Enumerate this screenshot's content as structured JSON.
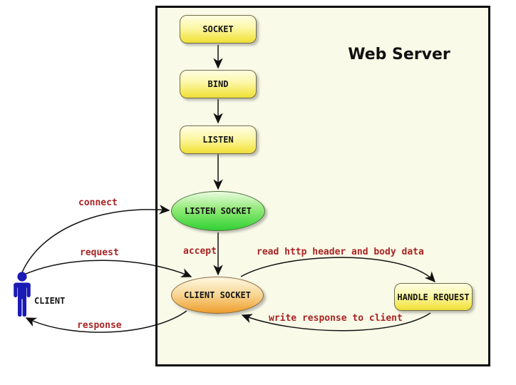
{
  "diagram": {
    "title": "Web Server",
    "nodes": {
      "socket": {
        "label": "SOCKET"
      },
      "bind": {
        "label": "BIND"
      },
      "listen": {
        "label": "LISTEN"
      },
      "listen_socket": {
        "label": "LISTEN SOCKET"
      },
      "client_socket": {
        "label": "CLIENT SOCKET"
      },
      "handle_request": {
        "label": "HANDLE REQUEST"
      },
      "client": {
        "label": "CLIENT"
      }
    },
    "edges": {
      "connect": {
        "label": "connect",
        "from": "client",
        "to": "listen_socket"
      },
      "accept": {
        "label": "accept",
        "from": "listen_socket",
        "to": "client_socket"
      },
      "request": {
        "label": "request",
        "from": "client",
        "to": "client_socket"
      },
      "response": {
        "label": "response",
        "from": "client_socket",
        "to": "client"
      },
      "read": {
        "label": "read http header and body data",
        "from": "client_socket",
        "to": "handle_request"
      },
      "write": {
        "label": "write response to client",
        "from": "handle_request",
        "to": "client_socket"
      }
    },
    "colors": {
      "page_background": "#ffffff",
      "server_background": "#fafae8",
      "server_border": "#0c0c0c",
      "rect_node_top": "#fffee2",
      "rect_node_bottom": "#eedc3c",
      "green_ellipse_top": "#eafbe2",
      "green_ellipse_bottom": "#35cf35",
      "orange_ellipse_top": "#fdf8e2",
      "orange_ellipse_bottom": "#eb9c30",
      "edge_label_color": "#a82424",
      "node_text_color": "#151515",
      "arrow_color": "#111111",
      "person_color": "#1a1ab4"
    }
  }
}
